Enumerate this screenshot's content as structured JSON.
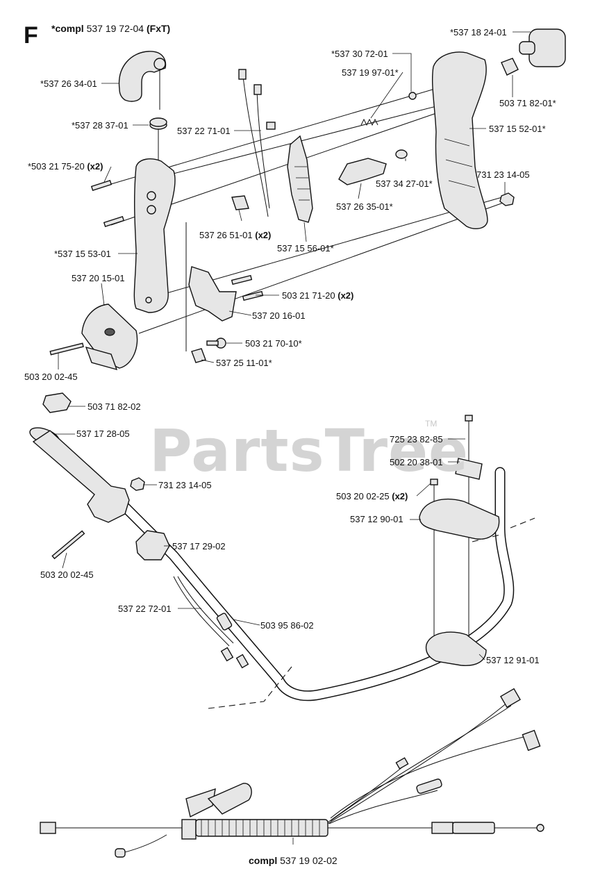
{
  "section": {
    "letter": "F",
    "header_prefix": "*compl",
    "header_number": "537 19 72-04",
    "header_suffix": "(FxT)"
  },
  "watermark": {
    "text": "PartsTree",
    "tm": "TM"
  },
  "labels": [
    {
      "id": "l01",
      "text": "*537 18 24-01",
      "qty": ""
    },
    {
      "id": "l02",
      "text": "*537 30 72-01",
      "qty": ""
    },
    {
      "id": "l03",
      "text": "537 19 97-01*",
      "qty": ""
    },
    {
      "id": "l04",
      "text": "503 71 82-01*",
      "qty": ""
    },
    {
      "id": "l05",
      "text": "537 15 52-01*",
      "qty": ""
    },
    {
      "id": "l06",
      "text": "731 23 14-05",
      "qty": ""
    },
    {
      "id": "l07",
      "text": "*537 26 34-01",
      "qty": ""
    },
    {
      "id": "l08",
      "text": "*537 28 37-01",
      "qty": ""
    },
    {
      "id": "l09",
      "text": "537 22 71-01",
      "qty": ""
    },
    {
      "id": "l10",
      "text": "*503 21 75-20",
      "qty": "(x2)"
    },
    {
      "id": "l11",
      "text": "537 34 27-01*",
      "qty": ""
    },
    {
      "id": "l12",
      "text": "537 26 35-01*",
      "qty": ""
    },
    {
      "id": "l13",
      "text": "537 26 51-01",
      "qty": "(x2)"
    },
    {
      "id": "l14",
      "text": "537 15 56-01*",
      "qty": ""
    },
    {
      "id": "l15",
      "text": "*537 15 53-01",
      "qty": ""
    },
    {
      "id": "l16",
      "text": "537 20 15-01",
      "qty": ""
    },
    {
      "id": "l17",
      "text": "503 21 71-20",
      "qty": "(x2)"
    },
    {
      "id": "l18",
      "text": "537 20 16-01",
      "qty": ""
    },
    {
      "id": "l19",
      "text": "503 21 70-10*",
      "qty": ""
    },
    {
      "id": "l20",
      "text": "503 20 02-45",
      "qty": ""
    },
    {
      "id": "l21",
      "text": "537 25 11-01*",
      "qty": ""
    },
    {
      "id": "l22",
      "text": "503 71 82-02",
      "qty": ""
    },
    {
      "id": "l23",
      "text": "537 17 28-05",
      "qty": ""
    },
    {
      "id": "l24",
      "text": "725 23 82-85",
      "qty": ""
    },
    {
      "id": "l25",
      "text": "502 20 38-01",
      "qty": ""
    },
    {
      "id": "l26",
      "text": "731 23 14-05",
      "qty": ""
    },
    {
      "id": "l27",
      "text": "503 20 02-25",
      "qty": "(x2)"
    },
    {
      "id": "l28",
      "text": "537 12 90-01",
      "qty": ""
    },
    {
      "id": "l29",
      "text": "537 17 29-02",
      "qty": ""
    },
    {
      "id": "l30",
      "text": "503 20 02-45",
      "qty": ""
    },
    {
      "id": "l31",
      "text": "537 22 72-01",
      "qty": ""
    },
    {
      "id": "l32",
      "text": "503 95 86-02",
      "qty": ""
    },
    {
      "id": "l33",
      "text": "537 12 91-01",
      "qty": ""
    }
  ],
  "footer": {
    "prefix": "compl",
    "number": "537 19 02-02"
  }
}
